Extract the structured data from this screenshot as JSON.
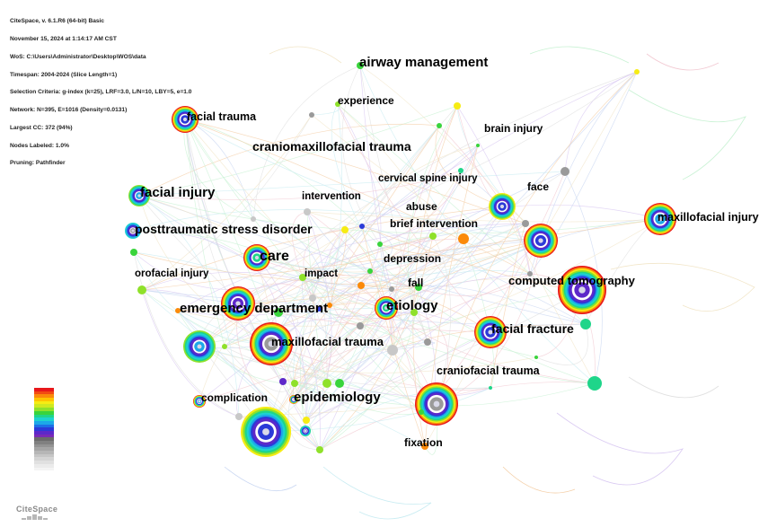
{
  "info": {
    "lines": [
      "CiteSpace, v. 6.1.R6 (64-bit) Basic",
      "November 15, 2024 at 1:14:17 AM CST",
      "WoS: C:\\Users\\Administrator\\Desktop\\WOS\\data",
      "Timespan: 2004-2024 (Slice Length=1)",
      "Selection Criteria: g-index (k=25), LRF=3.0, L/N=10, LBY=5, e=1.0",
      "Network: N=395, E=1016 (Density=0.0131)",
      "Largest CC: 372 (94%)",
      "Nodes Labeled: 1.0%",
      "Pruning: Pathfinder"
    ]
  },
  "labels": [
    "airway management",
    "experience",
    "facial trauma",
    "brain injury",
    "craniomaxillofacial trauma",
    "cervical spine injury",
    "face",
    "facial injury",
    "intervention",
    "abuse",
    "maxillofacial injury",
    "brief intervention",
    "posttraumatic stress disorder",
    "care",
    "depression",
    "orofacial injury",
    "impact",
    "fall",
    "computed tomography",
    "emergency department",
    "etiology",
    "facial fracture",
    "maxillofacial trauma",
    "craniofacial trauma",
    "complication",
    "epidemiology",
    "fixation"
  ],
  "legend_colors": [
    "#e8171b",
    "#f24a12",
    "#fb8a0a",
    "#ffc400",
    "#f6ec13",
    "#cfe91f",
    "#8fe12a",
    "#39d43c",
    "#1fd58a",
    "#1dd3cf",
    "#1ca8e8",
    "#1d6fe6",
    "#2b3ad8",
    "#5d28c9",
    "#7a2ab5",
    "#6b6b6b",
    "#808080",
    "#939393",
    "#a5a5a5",
    "#b6b6b6",
    "#c6c6c6",
    "#d4d4d4",
    "#e0e0e0",
    "#ebebeb",
    "#f4f4f4"
  ],
  "logo": {
    "text": "CiteSpace"
  }
}
